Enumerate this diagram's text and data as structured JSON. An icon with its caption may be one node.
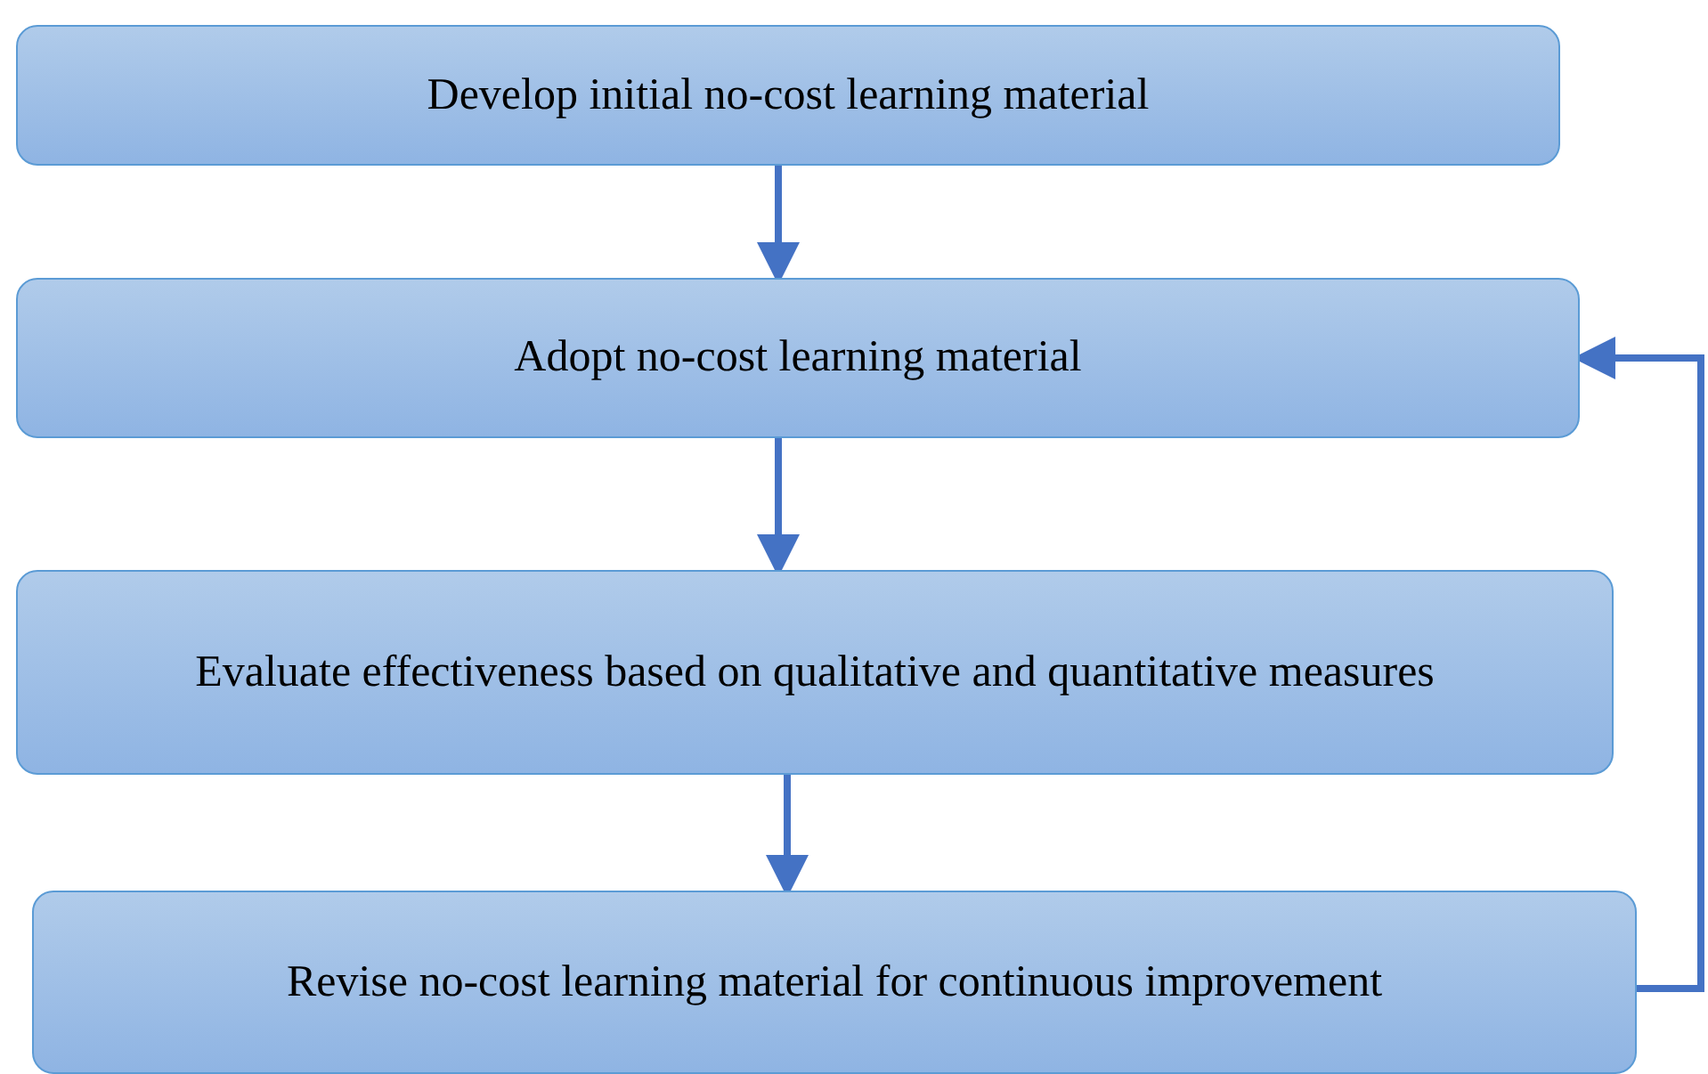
{
  "diagram": {
    "nodes": [
      {
        "text": [
          "Develop initial no-cost learning material"
        ]
      },
      {
        "text": [
          "Adopt no-cost learning material"
        ]
      },
      {
        "text": [
          "Evaluate effectiveness based on qualitative and quantitative measures"
        ]
      },
      {
        "text": [
          "Revise no-cost learning material for continuous improvement"
        ]
      }
    ],
    "edges": [
      {
        "from": 0,
        "to": 1,
        "arrow": "to"
      },
      {
        "from": 1,
        "to": 2,
        "arrow": "to"
      },
      {
        "from": 2,
        "to": 3,
        "arrow": "to"
      },
      {
        "from": 3,
        "to": 1,
        "arrow": "to"
      }
    ]
  }
}
